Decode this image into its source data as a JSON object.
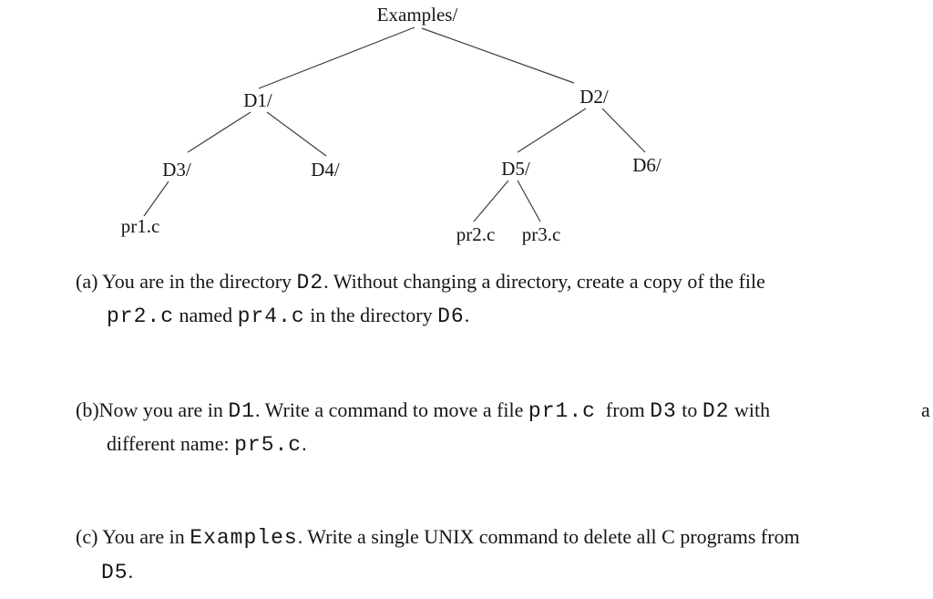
{
  "page": {
    "background": "#ffffff",
    "text_color": "#161616"
  },
  "tree": {
    "nodes": {
      "examples": "Examples/",
      "d1": "D1/",
      "d2": "D2/",
      "d3": "D3/",
      "d4": "D4/",
      "d5": "D5/",
      "d6": "D6/",
      "pr1": "pr1.c",
      "pr2": "pr2.c",
      "pr3": "pr3.c"
    }
  },
  "questions": {
    "a": {
      "seg1": "(a) You are in the directory ",
      "code1": "D2",
      "seg2": ". Without changing a directory, create a copy of the file",
      "line2_code1": "pr2.c",
      "line2_seg1": " named ",
      "line2_code2": "pr4.c",
      "line2_seg2": " in the directory ",
      "line2_code3": "D6",
      "line2_seg3": "."
    },
    "b": {
      "seg1": "(b)Now you are in ",
      "code1": "D1",
      "seg2": ". Write a command to move a file ",
      "code2": "pr1.c",
      "seg3": "  from ",
      "code3": "D3",
      "seg4": " to ",
      "code4": "D2",
      "seg5": " with",
      "stray": "a",
      "line2_seg1": "different name: ",
      "line2_code1": "pr5.c",
      "line2_seg2": "."
    },
    "c": {
      "seg1": "(c) You are in ",
      "code1": "Examples",
      "seg2": ". Write a single UNIX command to delete all C programs from",
      "line2_code1": "D5",
      "line2_seg1": "."
    }
  }
}
